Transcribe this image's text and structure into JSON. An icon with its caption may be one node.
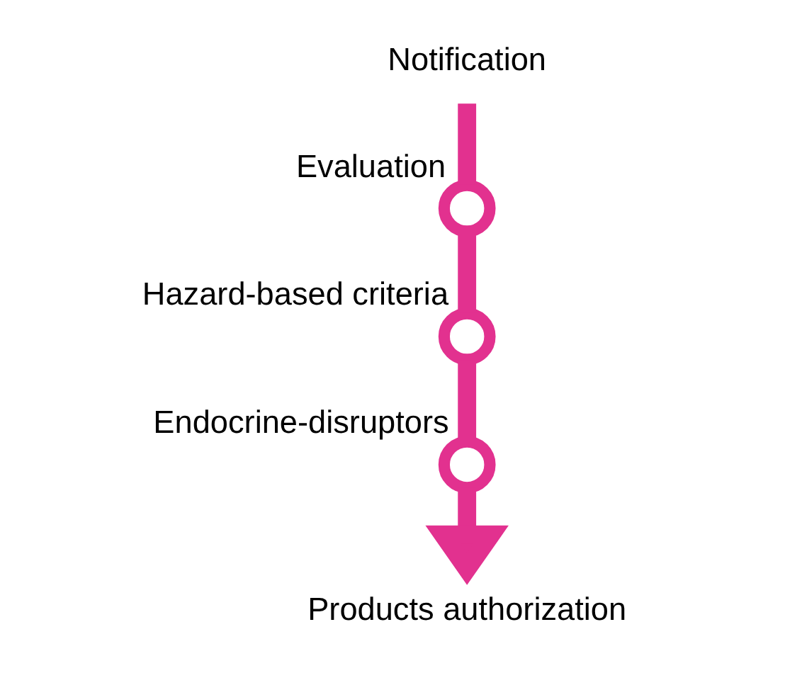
{
  "diagram": {
    "nodes": [
      {
        "text": [
          "Notification"
        ]
      },
      {
        "text": [
          "Products authorization"
        ]
      },
      {
        "text": [],
        "shape": "circle",
        "beside": [
          "Evaluation"
        ]
      },
      {
        "text": [],
        "shape": "circle",
        "beside": [
          "Hazard-based criteria"
        ]
      },
      {
        "text": [],
        "shape": "circle",
        "beside": [
          "Endocrine-disruptors"
        ]
      }
    ],
    "edges": [
      {
        "from": 0,
        "to": 2,
        "arrow": "none"
      },
      {
        "from": 2,
        "to": 3,
        "arrow": "none"
      },
      {
        "from": 3,
        "to": 4,
        "arrow": "none"
      },
      {
        "from": 4,
        "to": 1,
        "arrow": "to"
      }
    ]
  }
}
